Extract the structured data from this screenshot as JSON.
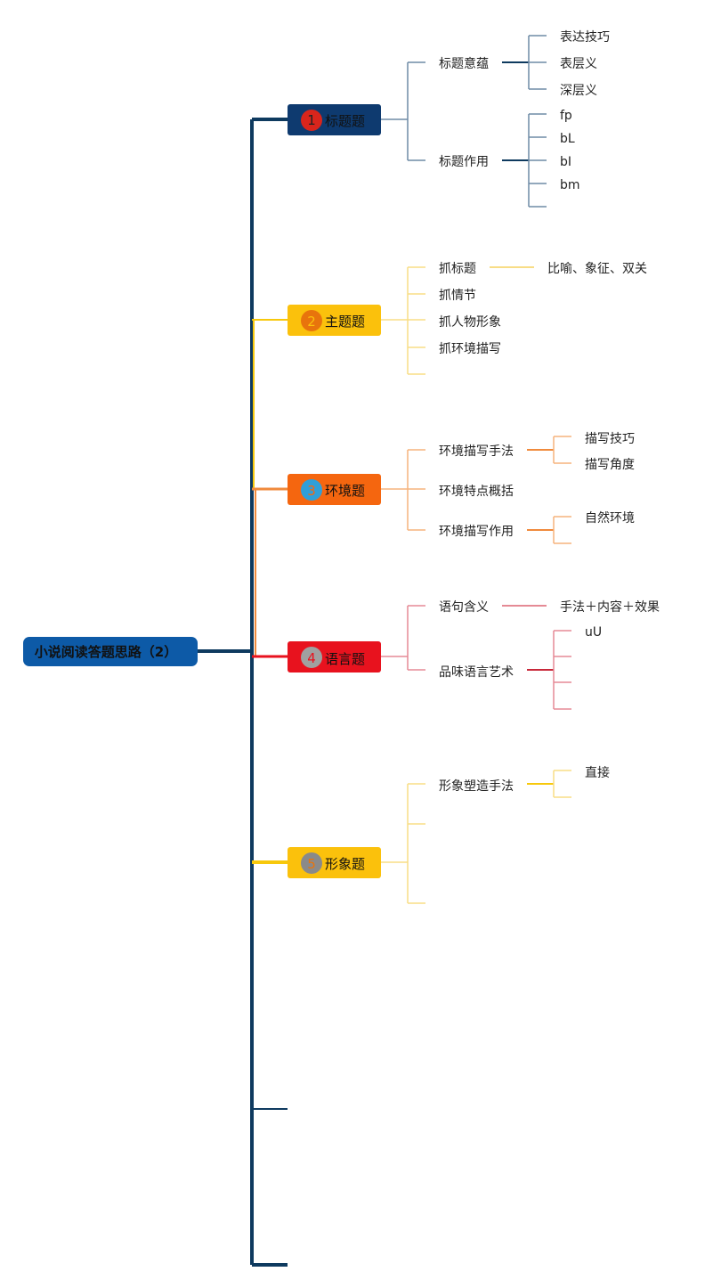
{
  "root": {
    "label": "小说阅读答题思路（2）",
    "color": "#0d5aa7"
  },
  "trunk_color": "#0e3a5f",
  "categories": [
    {
      "id": "biaoti",
      "number": "1",
      "label": "标题题",
      "box_color": "#0e3a6f",
      "badge_color": "#d9251c",
      "badge_text_color": "#222222",
      "line_color": "#0e3a5f",
      "light_color": "#6f8ba6",
      "children": [
        {
          "label": "标题意蕴",
          "leaves": [
            "表达技巧",
            "表层义",
            "深层义"
          ]
        },
        {
          "label": "标题作用",
          "leaves": [
            "fp",
            "bL",
            "bI",
            "bm",
            ""
          ]
        }
      ]
    },
    {
      "id": "zhuti",
      "number": "2",
      "label": "主题题",
      "box_color": "#fbc10c",
      "badge_color": "#e8740c",
      "badge_text_color": "#fbc10c",
      "line_color": "#f7c80c",
      "light_color": "#f8dd86",
      "children": [
        {
          "label": "抓标题",
          "leaves": [
            "比喻、象征、双关"
          ]
        },
        {
          "label": "抓情节",
          "leaves": []
        },
        {
          "label": "抓人物形象",
          "leaves": []
        },
        {
          "label": "抓环境描写",
          "leaves": []
        },
        {
          "label": "",
          "leaves": []
        }
      ]
    },
    {
      "id": "huanjing",
      "number": "3",
      "label": "环境题",
      "box_color": "#f5660f",
      "badge_color": "#2f9fd8",
      "badge_text_color": "#f5660f",
      "line_color": "#f08a3c",
      "light_color": "#f5b47d",
      "children": [
        {
          "label": "环境描写手法",
          "leaves": [
            "描写技巧",
            "描写角度"
          ]
        },
        {
          "label": "环境特点概括",
          "leaves": []
        },
        {
          "label": "环境描写作用",
          "leaves": [
            "自然环境",
            ""
          ]
        }
      ]
    },
    {
      "id": "yuyan",
      "number": "4",
      "label": "语言题",
      "box_color": "#e8121e",
      "badge_color": "#a0a0a0",
      "badge_text_color": "#e8121e",
      "line_color": "#c8283a",
      "light_color": "#e58a95",
      "children": [
        {
          "label": "语句含义",
          "leaves": [
            "手法＋内容＋效果"
          ]
        },
        {
          "label": "品味语言艺术",
          "leaves": [
            "uU",
            "",
            "",
            ""
          ]
        }
      ]
    },
    {
      "id": "xingxiang",
      "number": "5",
      "label": "形象题",
      "box_color": "#fbc10c",
      "badge_color": "#8a8a8a",
      "badge_text_color": "#e8740c",
      "line_color": "#f7c80c",
      "light_color": "#f8dd86",
      "children": [
        {
          "label": "形象塑造手法",
          "leaves": [
            "直接",
            ""
          ]
        },
        {
          "label": "",
          "leaves": []
        },
        {
          "label": "",
          "leaves": []
        }
      ]
    }
  ]
}
